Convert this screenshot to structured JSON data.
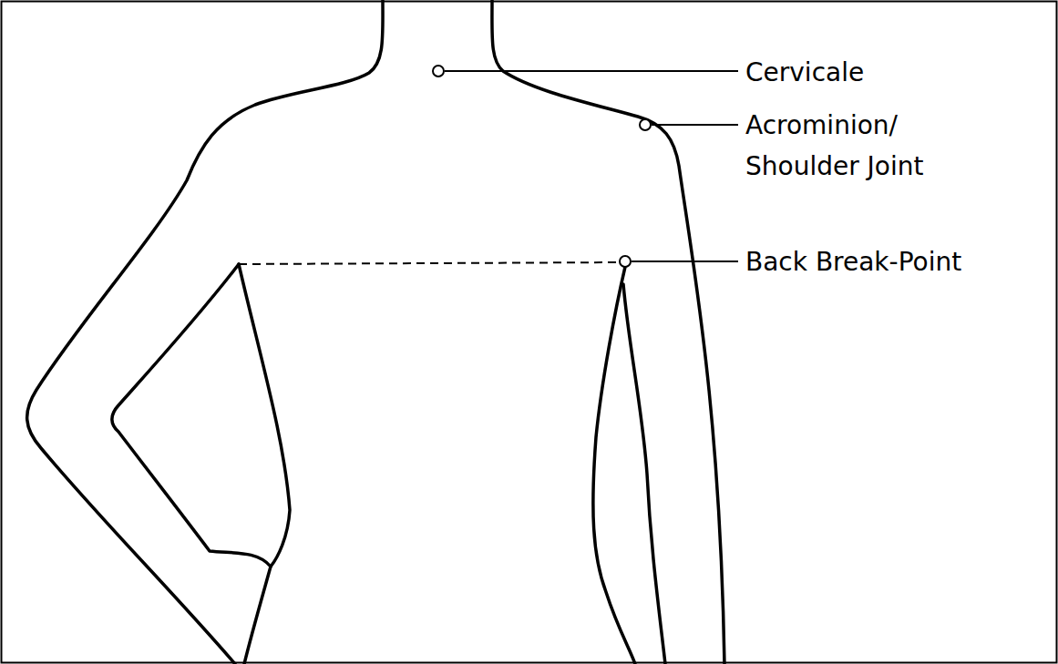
{
  "diagram": {
    "labels": [
      "Cervicale",
      "Acrominion/ Shoulder Joint",
      "Back Break-Point"
    ]
  }
}
